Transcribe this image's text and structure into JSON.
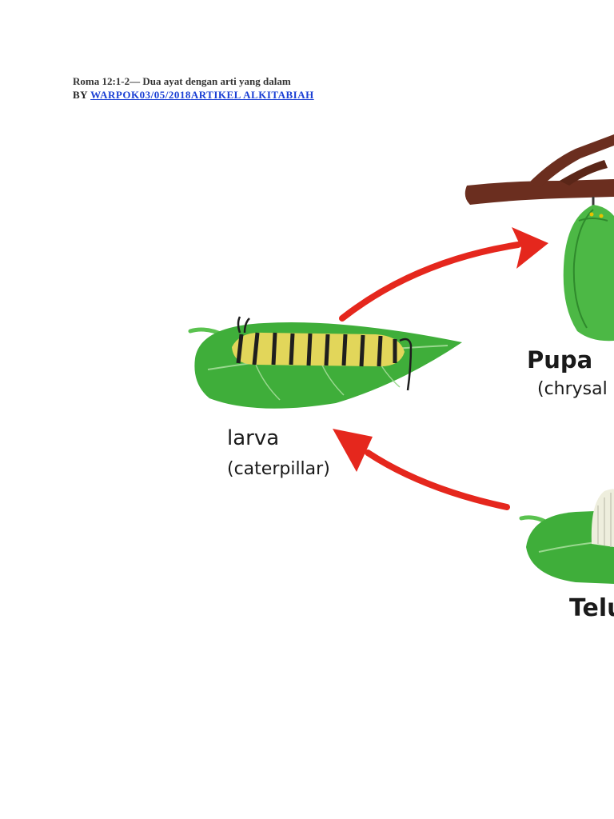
{
  "article": {
    "title": "Roma 12:1-2— Dua ayat dengan arti yang dalam",
    "by_prefix": "BY",
    "author": "WARPOK",
    "date": "03/05/2018",
    "category": "ARTIKEL ALKITABIAH"
  },
  "figure": {
    "labels": {
      "larva": "larva",
      "larva_sub": "(caterpillar)",
      "pupa": "Pupa",
      "pupa_sub": "(chrysal",
      "egg": "Telu"
    },
    "colors": {
      "arrow": "#e5271d",
      "leaf": "#3fae3a",
      "leaf_dark": "#2d8a2b",
      "branch": "#6b2e1f",
      "chrysalis": "#4cb845"
    }
  }
}
